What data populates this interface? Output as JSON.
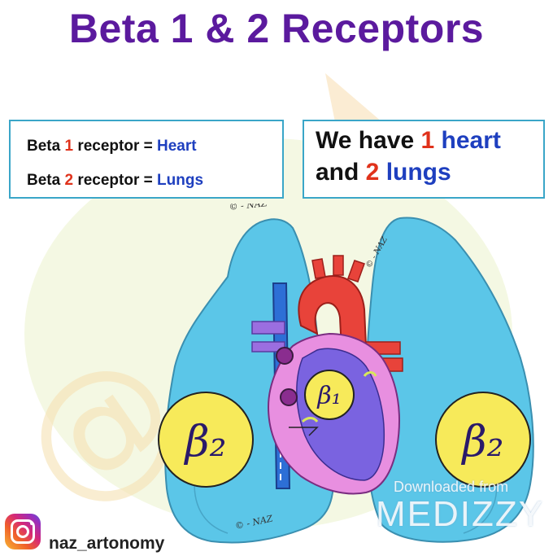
{
  "title": "Beta 1 & 2 Receptors",
  "box_left": {
    "line1": {
      "prefix": "Beta ",
      "number": "1",
      "middle": " receptor = ",
      "organ": "Heart"
    },
    "line2": {
      "prefix": "Beta ",
      "number": "2",
      "middle": " receptor = ",
      "organ": "Lungs"
    }
  },
  "box_right": {
    "line1": {
      "prefix": "We have ",
      "number": "1",
      "organ": " heart"
    },
    "line2": {
      "prefix": "and ",
      "number": "2",
      "organ": " lungs"
    }
  },
  "illustration": {
    "beta1_label": "β₁",
    "beta2_left_label": "β₂",
    "beta2_right_label": "β₂",
    "signature": "© - NAZ"
  },
  "footer": {
    "icon": "instagram-icon",
    "handle": "naz_artonomy"
  },
  "watermark": {
    "downloaded": "Downloaded from",
    "brand": "MEDIZZY"
  },
  "colors": {
    "title": "#5b1a9e",
    "accent_red": "#e0321b",
    "accent_blue": "#1e3fbf",
    "box_border": "#3aa6c8",
    "lung": "#5bc6e8",
    "heart_red": "#e8433a",
    "heart_purple": "#8a5fd6",
    "beta_circle": "#f7ea5a"
  }
}
